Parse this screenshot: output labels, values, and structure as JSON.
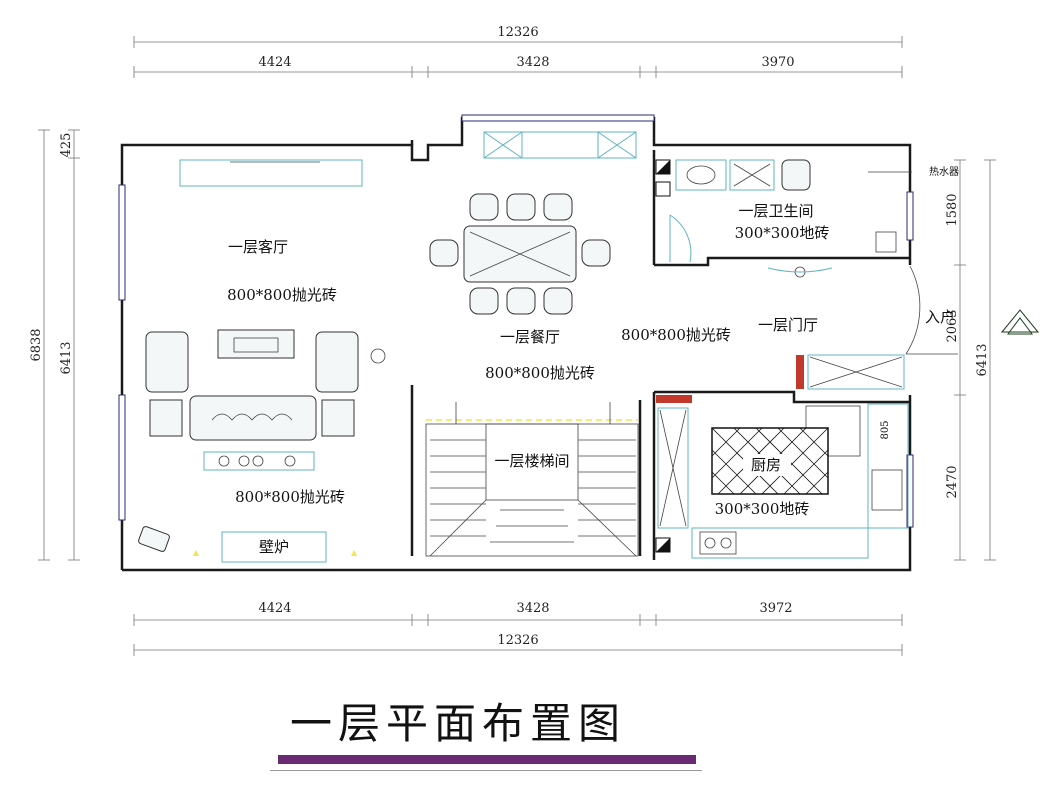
{
  "title": "一层平面布置图",
  "dimensions": {
    "top_total": "12326",
    "top_segments": [
      "4424",
      "3428",
      "3970"
    ],
    "bottom_segments": [
      "4424",
      "3428",
      "3972"
    ],
    "bottom_total": "12326",
    "left_total": "6838",
    "left_segments": [
      "425",
      "6413"
    ],
    "right_inner": [
      "1580",
      "2063",
      "2470"
    ],
    "right_outer": "6413",
    "kitchen_counter": "805"
  },
  "rooms": {
    "living": {
      "name": "一层客厅",
      "floor": "800*800抛光砖",
      "floor_lower": "800*800抛光砖"
    },
    "fireplace": "壁炉",
    "dining": {
      "name": "一层餐厅",
      "floor": "800*800抛光砖"
    },
    "hall_floor": "800*800抛光砖",
    "entry_hall": "一层门厅",
    "bathroom": {
      "name": "一层卫生间",
      "floor": "300*300地砖"
    },
    "water_heater": "热水器",
    "stair": "一层楼梯间",
    "kitchen": {
      "name": "厨房",
      "floor": "300*300地砖"
    },
    "entrance": "入户"
  },
  "colors": {
    "title_bar": "#6a2a73",
    "wall": "#1a1a1a",
    "accent_red": "#c0392b",
    "light_yellow": "#f2e64a"
  }
}
